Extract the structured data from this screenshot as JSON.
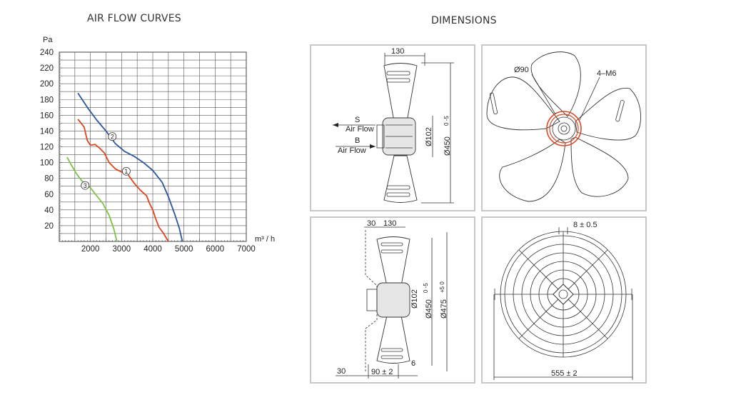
{
  "chart_title": "AIR FLOW CURVES",
  "dimensions_title": "DIMENSIONS",
  "chart_data": {
    "type": "line",
    "title": "AIR FLOW CURVES",
    "ylabel": "Pa",
    "xlabel": "m³ / h",
    "xlim": [
      1000,
      7000
    ],
    "ylim": [
      0,
      240
    ],
    "x_ticks": [
      2000,
      3000,
      4000,
      5000,
      6000,
      7000
    ],
    "y_ticks": [
      20,
      40,
      60,
      80,
      100,
      120,
      140,
      160,
      180,
      200,
      220,
      240
    ],
    "grid": true,
    "series": [
      {
        "name": "①",
        "color": "#e0441c",
        "label_at": [
          3150,
          89
        ],
        "points": [
          [
            1600,
            155
          ],
          [
            1800,
            145
          ],
          [
            1900,
            128
          ],
          [
            2000,
            122
          ],
          [
            2150,
            123
          ],
          [
            2300,
            118
          ],
          [
            2450,
            112
          ],
          [
            2600,
            100
          ],
          [
            2800,
            92
          ],
          [
            3000,
            88
          ],
          [
            3200,
            85
          ],
          [
            3400,
            74
          ],
          [
            3600,
            65
          ],
          [
            3800,
            58
          ],
          [
            3900,
            48
          ],
          [
            4000,
            40
          ],
          [
            4100,
            28
          ],
          [
            4200,
            18
          ],
          [
            4350,
            10
          ],
          [
            4500,
            0
          ]
        ]
      },
      {
        "name": "②",
        "color": "#2a56a0",
        "label_at": [
          2700,
          133
        ],
        "points": [
          [
            1600,
            188
          ],
          [
            1900,
            170
          ],
          [
            2200,
            154
          ],
          [
            2500,
            140
          ],
          [
            2800,
            124
          ],
          [
            3100,
            114
          ],
          [
            3400,
            108
          ],
          [
            3700,
            100
          ],
          [
            4000,
            90
          ],
          [
            4300,
            75
          ],
          [
            4500,
            57
          ],
          [
            4700,
            35
          ],
          [
            4850,
            17
          ],
          [
            4950,
            0
          ]
        ]
      },
      {
        "name": "③",
        "color": "#7dc242",
        "label_at": [
          1830,
          71
        ],
        "points": [
          [
            1250,
            107
          ],
          [
            1400,
            96
          ],
          [
            1550,
            86
          ],
          [
            1700,
            78
          ],
          [
            1850,
            72
          ],
          [
            2000,
            68
          ],
          [
            2200,
            58
          ],
          [
            2400,
            48
          ],
          [
            2600,
            33
          ],
          [
            2750,
            16
          ],
          [
            2850,
            0
          ]
        ]
      }
    ]
  },
  "dimensions": {
    "side_top": {
      "width": "130",
      "air_s": "S",
      "air_s_label": "Air Flow",
      "air_b": "B",
      "air_b_label": "Air Flow",
      "hub": "Ø102",
      "hub_tol": "0 -5",
      "dia": "Ø450"
    },
    "front_top": {
      "hole_dia": "Ø90",
      "holes": "4–M6"
    },
    "side_bottom": {
      "d30": "30",
      "d130": "130",
      "hub": "Ø102",
      "hub_tol": "0 -5",
      "dia450": "Ø450",
      "dia475": "Ø475",
      "dia475_tol": "+5 0",
      "d30b": "30",
      "d90": "90 ± 2",
      "d6": "6"
    },
    "front_bottom": {
      "gap": "8 ± 0.5",
      "width": "555 ± 2"
    }
  }
}
